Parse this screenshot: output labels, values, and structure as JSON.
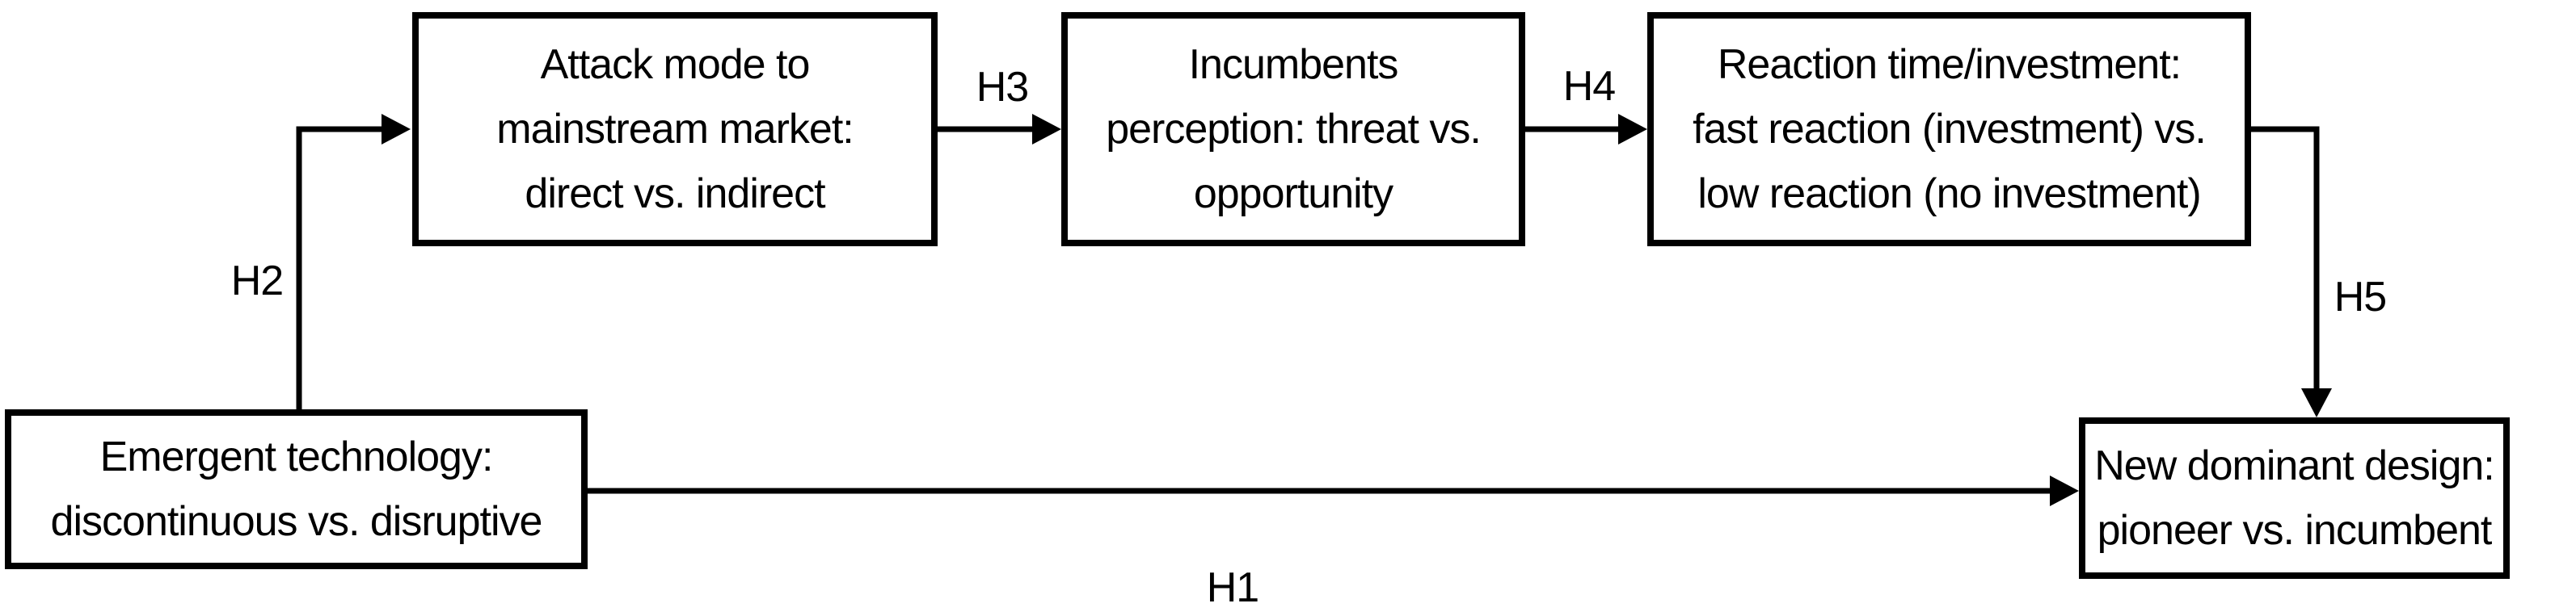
{
  "diagram": {
    "background_color": "#ffffff",
    "line_color": "#000000",
    "text_color": "#000000",
    "nodes": {
      "emergent_technology": {
        "line1": "Emergent technology:",
        "line2": "discontinuous vs. disruptive"
      },
      "attack_mode": {
        "line1": "Attack mode to",
        "line2": "mainstream market:",
        "line3": "direct vs. indirect"
      },
      "incumbents_perception": {
        "line1": "Incumbents",
        "line2": "perception: threat vs.",
        "line3": "opportunity"
      },
      "reaction_time": {
        "line1": "Reaction time/investment:",
        "line2": "fast reaction (investment) vs.",
        "line3": "low reaction (no investment)"
      },
      "new_dominant_design": {
        "line1": "New dominant design:",
        "line2": "pioneer vs. incumbent"
      }
    },
    "edges": {
      "h1": {
        "label": "H1",
        "from": "emergent_technology",
        "to": "new_dominant_design"
      },
      "h2": {
        "label": "H2",
        "from": "emergent_technology",
        "to": "attack_mode"
      },
      "h3": {
        "label": "H3",
        "from": "attack_mode",
        "to": "incumbents_perception"
      },
      "h4": {
        "label": "H4",
        "from": "incumbents_perception",
        "to": "reaction_time"
      },
      "h5": {
        "label": "H5",
        "from": "reaction_time",
        "to": "new_dominant_design"
      }
    }
  }
}
